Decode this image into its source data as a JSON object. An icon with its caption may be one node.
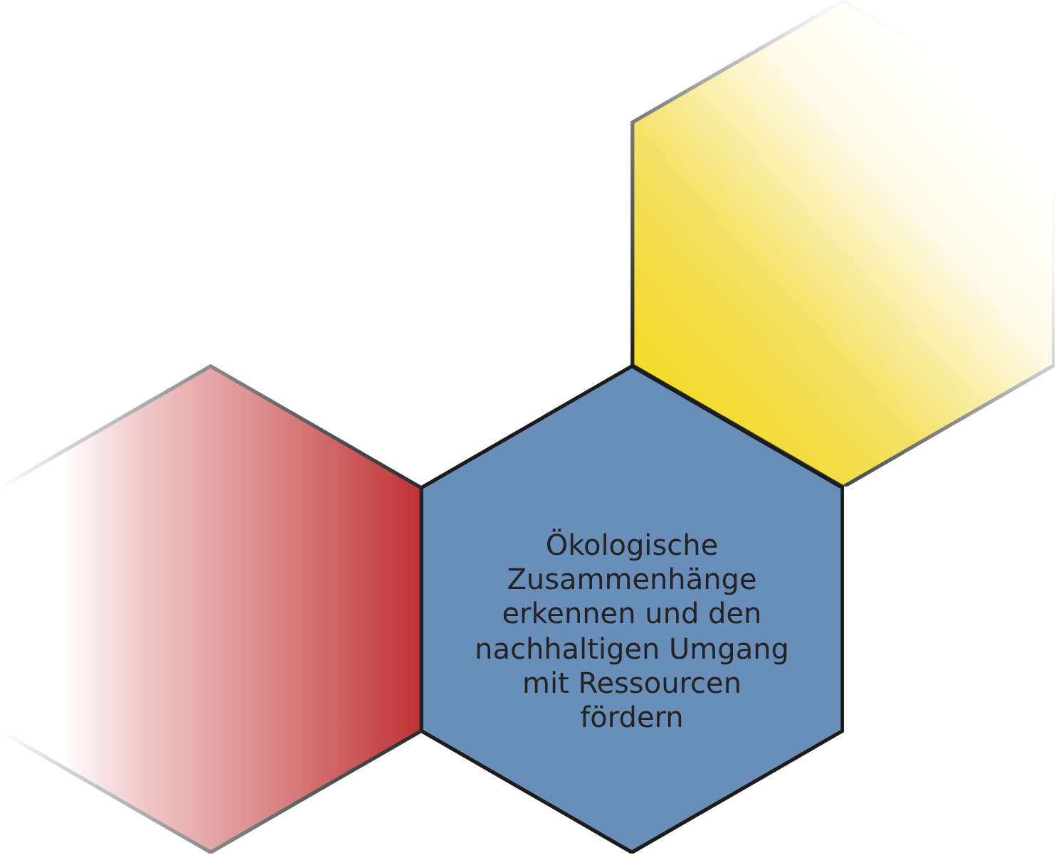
{
  "diagram": {
    "nodes": [
      {
        "text": [],
        "shape": "hexagon"
      },
      {
        "text": [
          "Ökologische Zusammenhänge erkennen und den nachhaltigen Umgang mit Ressourcen fördern"
        ]
      },
      {
        "text": [],
        "shape": "hexagon"
      }
    ]
  }
}
